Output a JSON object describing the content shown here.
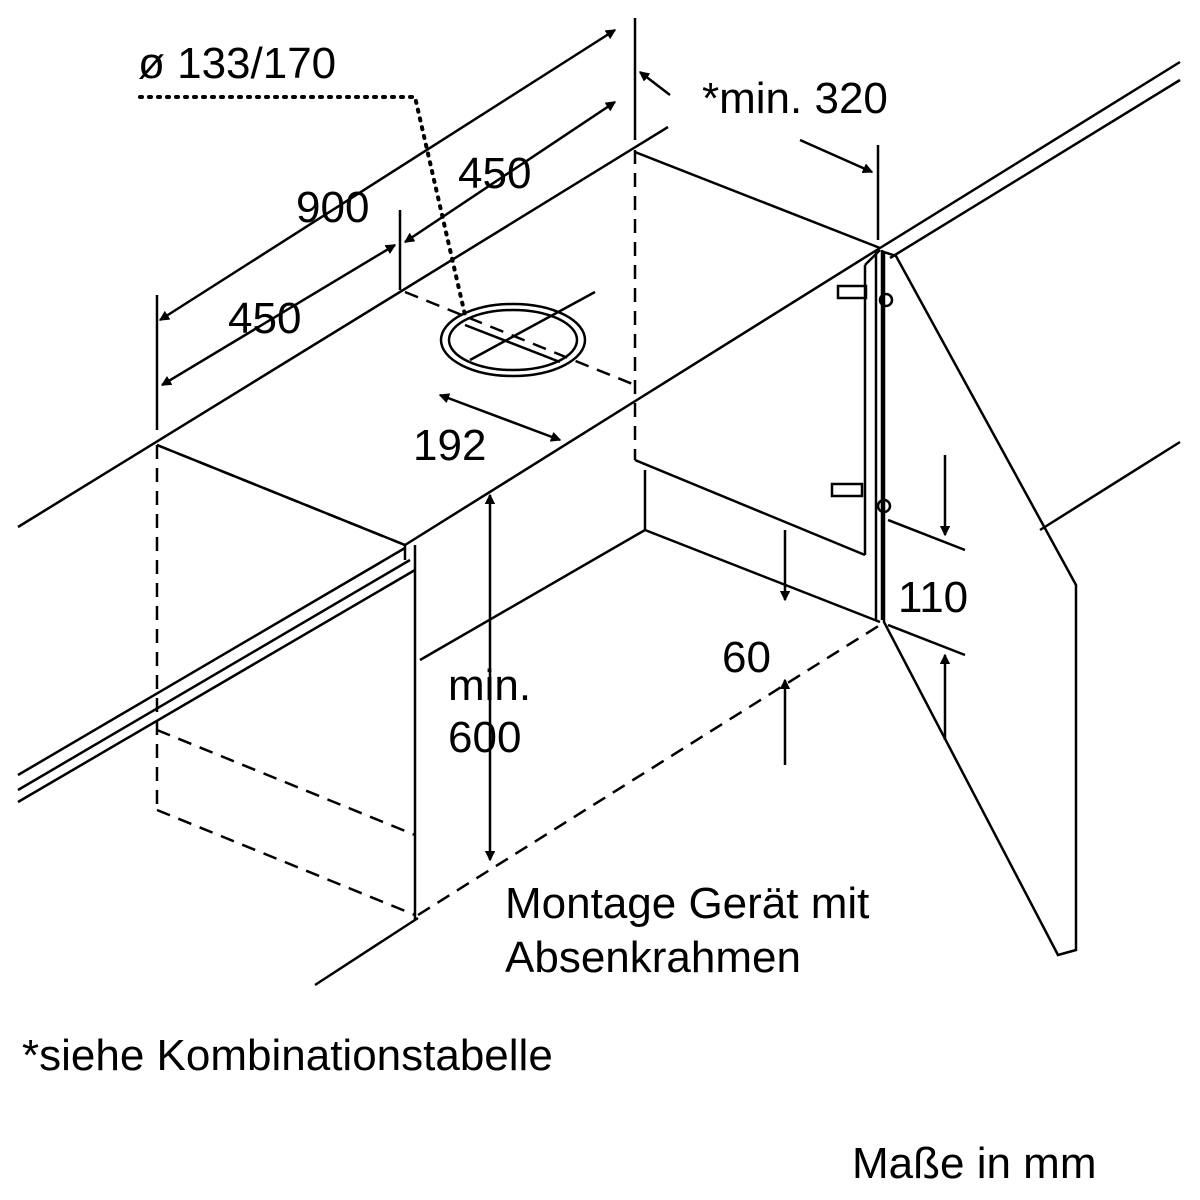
{
  "dimensions": {
    "duct_diameter": "ø 133/170",
    "min_320": "*min. 320",
    "width_900": "900",
    "half_left": "450",
    "half_right": "450",
    "offset_192": "192",
    "height_110": "110",
    "height_60": "60",
    "min_label": "min.",
    "min_600": "600"
  },
  "notes": {
    "mounting_line1": "Montage Gerät mit",
    "mounting_line2": "Absenkrahmen",
    "footnote": "*siehe Kombinationstabelle",
    "units": "Maße in mm"
  }
}
